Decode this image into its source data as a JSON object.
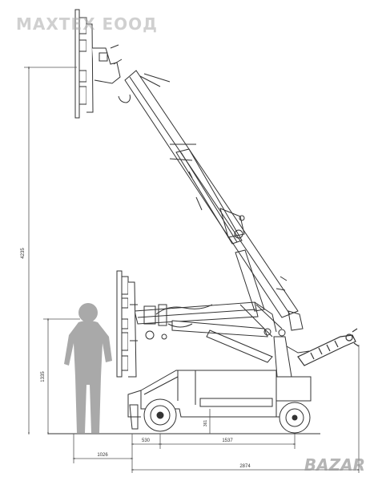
{
  "watermark": "МАХТЕХ ЕООД",
  "logo": "BAZAR",
  "colors": {
    "line": "#333333",
    "human": "#a9a9a9",
    "dim": "#555555",
    "watermark": "#aaaaaa"
  },
  "dimensions": {
    "max_height": "4235",
    "person_height": "1335",
    "front_offset": "530",
    "wheelbase": "1537",
    "front_reach": "1026",
    "total_length": "2874",
    "small": "361"
  }
}
